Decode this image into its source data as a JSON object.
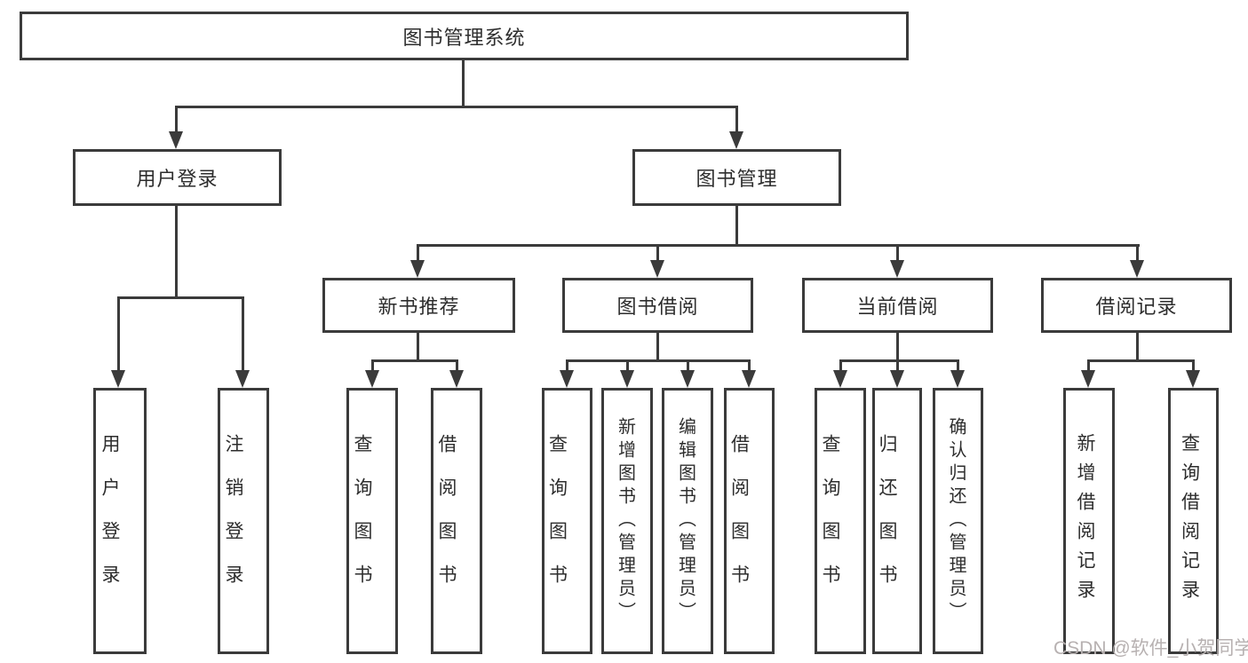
{
  "tree": {
    "label": "图书管理系统",
    "children": [
      {
        "label": "用户登录",
        "children": [
          {
            "label": "用户登录"
          },
          {
            "label": "注销登录"
          }
        ]
      },
      {
        "label": "图书管理",
        "children": [
          {
            "label": "新书推荐",
            "children": [
              {
                "label": "查询图书"
              },
              {
                "label": "借阅图书"
              }
            ]
          },
          {
            "label": "图书借阅",
            "children": [
              {
                "label": "查询图书"
              },
              {
                "label": "新增图书（管理员）"
              },
              {
                "label": "编辑图书（管理员）"
              },
              {
                "label": "借阅图书"
              }
            ]
          },
          {
            "label": "当前借阅",
            "children": [
              {
                "label": "查询图书"
              },
              {
                "label": "归还图书"
              },
              {
                "label": "确认归还（管理员）"
              }
            ]
          },
          {
            "label": "借阅记录",
            "children": [
              {
                "label": "新增借阅记录"
              },
              {
                "label": "查询借阅记录"
              }
            ]
          }
        ]
      }
    ]
  },
  "watermark": {
    "text": "CSDN @软件_小贺同学"
  },
  "colors": {
    "line": "#3b3b3b",
    "text": "#2d2d2d",
    "watermark": "#b7b1b1",
    "background": "#ffffff"
  }
}
